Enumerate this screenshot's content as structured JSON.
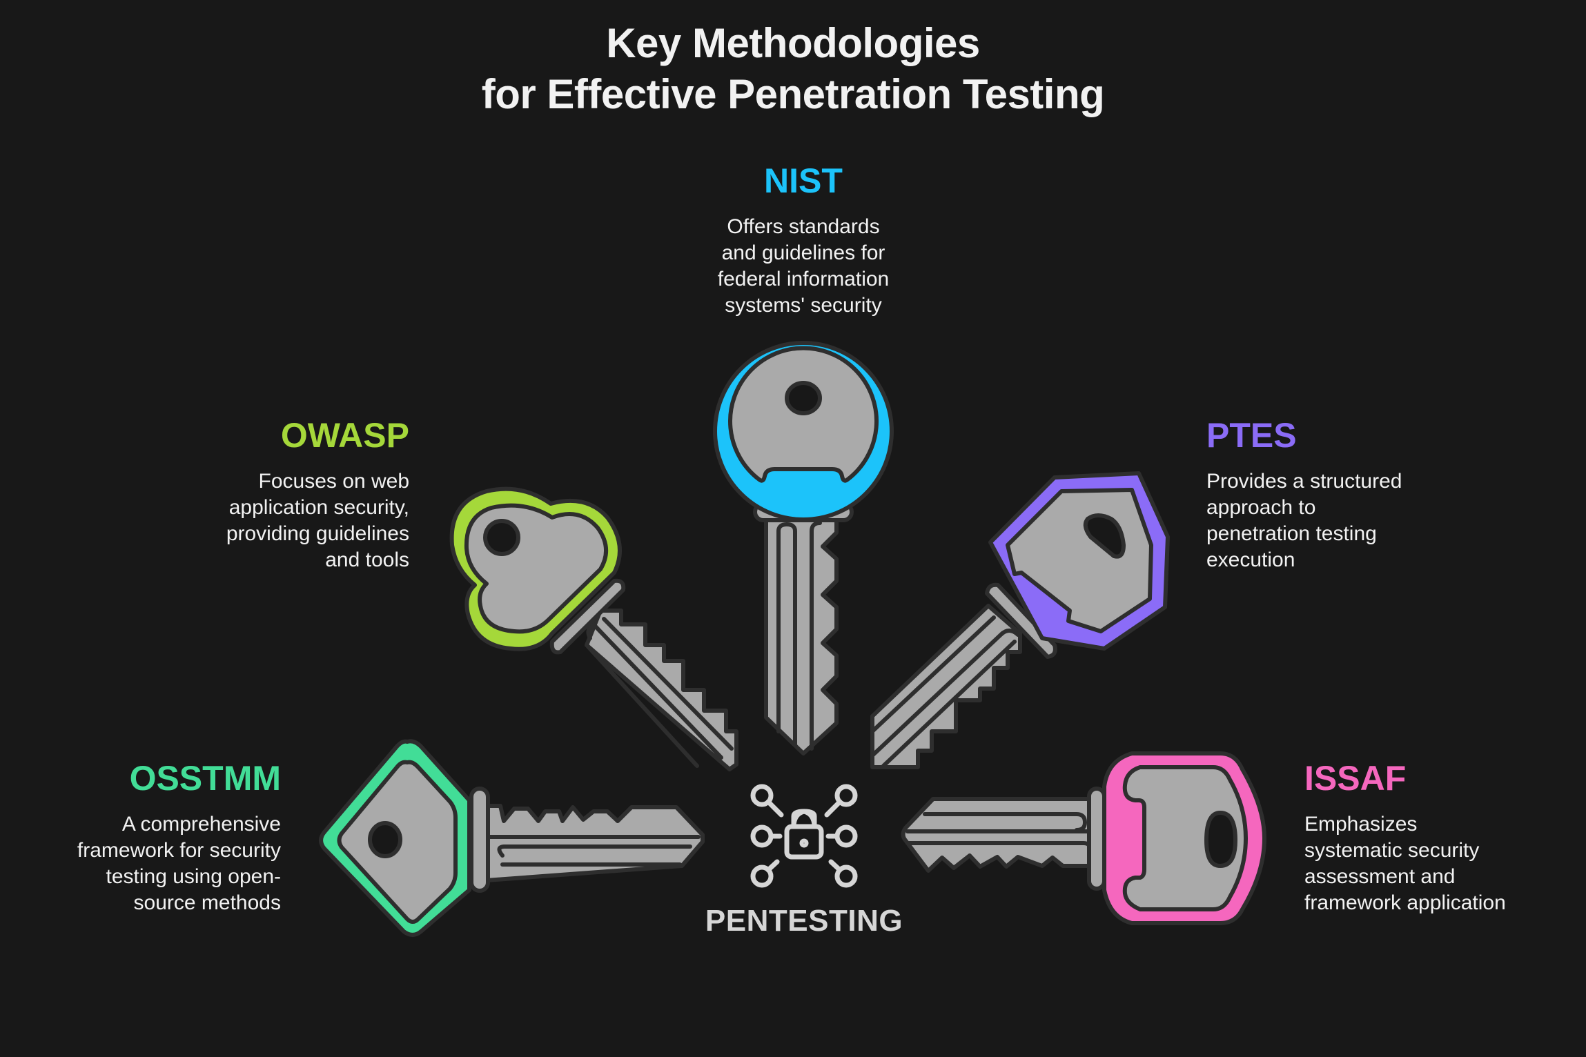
{
  "title": {
    "line1": "Key Methodologies",
    "line2": "for Effective Penetration Testing"
  },
  "center": {
    "label": "PENTESTING",
    "icon": "lock-network-icon"
  },
  "colors": {
    "background": "#181818",
    "key_body": "#AAAAAA",
    "key_outline": "#2E2E2E",
    "text": "#F2F2F2"
  },
  "methodologies": {
    "nist": {
      "name": "NIST",
      "color": "#1CC3FA",
      "lines": [
        "Offers standards",
        "and guidelines for",
        "federal information",
        "systems' security"
      ]
    },
    "owasp": {
      "name": "OWASP",
      "color": "#A5D83A",
      "lines": [
        "Focuses on web",
        "application security,",
        "providing guidelines",
        "and tools"
      ]
    },
    "ptes": {
      "name": "PTES",
      "color": "#8B6CF7",
      "lines": [
        "Provides a structured",
        "approach to",
        "penetration testing",
        "execution"
      ]
    },
    "osstmm": {
      "name": "OSSTMM",
      "color": "#42DD97",
      "lines": [
        "A comprehensive",
        "framework for security",
        "testing using open-",
        "source methods"
      ]
    },
    "issaf": {
      "name": "ISSAF",
      "color": "#F567BE",
      "lines": [
        "Emphasizes",
        "systematic security",
        "assessment and",
        "framework application"
      ]
    }
  }
}
